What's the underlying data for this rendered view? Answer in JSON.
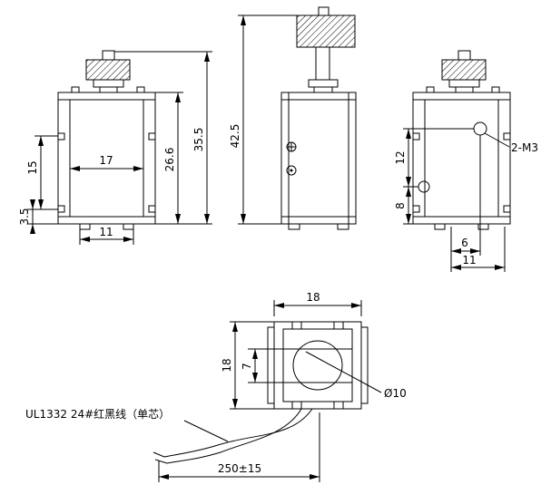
{
  "drawing": {
    "front_view": {
      "dim_width_inner": "17",
      "dim_height_15": "15",
      "dim_height_3_5": "3.5",
      "dim_width_11": "11",
      "dim_height_26_6": "26.6",
      "dim_height_35_5": "35.5"
    },
    "side_view": {
      "dim_height_42_5": "42.5"
    },
    "rear_view": {
      "dim_height_12": "12",
      "dim_height_8": "8",
      "dim_width_6": "6",
      "dim_width_11": "11",
      "hole_label": "2-M3"
    },
    "bottom_view": {
      "dim_width_18": "18",
      "dim_height_18": "18",
      "dim_slot_7": "7",
      "hole_label": "Ø10"
    },
    "wire": {
      "spec_label": "UL1332 24#红黑线（单芯）",
      "length_label": "250±15"
    }
  }
}
